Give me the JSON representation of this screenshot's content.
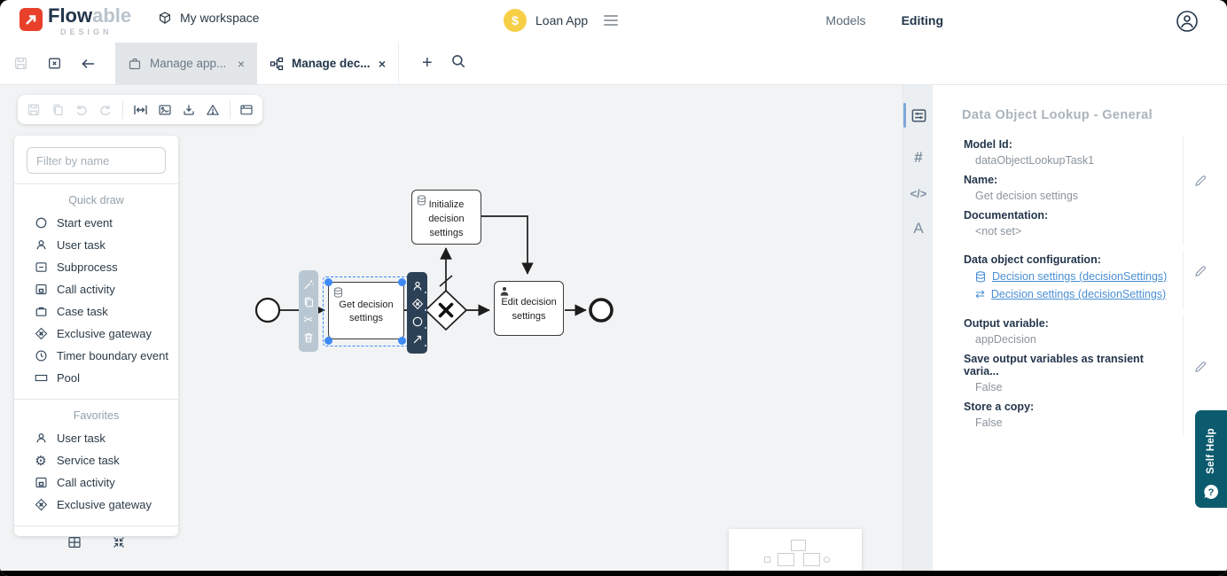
{
  "header": {
    "brand": {
      "word_bold": "Flow",
      "word_light": "able",
      "subtitle": "DESIGN"
    },
    "workspace_label": "My workspace",
    "app_badge": "$",
    "app_name": "Loan App",
    "nav_models": "Models",
    "nav_editing": "Editing"
  },
  "tabs": {
    "tab1": "Manage app...",
    "tab2": "Manage dec...",
    "close_glyph": "×",
    "add_glyph": "+"
  },
  "palette": {
    "filter_placeholder": "Filter by name",
    "quickdraw_title": "Quick draw",
    "quickdraw": [
      {
        "label": "Start event",
        "icon": "start-event-icon"
      },
      {
        "label": "User task",
        "icon": "user-task-icon"
      },
      {
        "label": "Subprocess",
        "icon": "subprocess-icon"
      },
      {
        "label": "Call activity",
        "icon": "call-activity-icon"
      },
      {
        "label": "Case task",
        "icon": "case-task-icon"
      },
      {
        "label": "Exclusive gateway",
        "icon": "exclusive-gateway-icon"
      },
      {
        "label": "Timer boundary event",
        "icon": "timer-icon"
      },
      {
        "label": "Pool",
        "icon": "pool-icon"
      }
    ],
    "favorites_title": "Favorites",
    "favorites": [
      {
        "label": "User task",
        "icon": "user-task-icon"
      },
      {
        "label": "Service task",
        "icon": "service-task-icon"
      },
      {
        "label": "Call activity",
        "icon": "call-activity-icon"
      },
      {
        "label": "Exclusive gateway",
        "icon": "exclusive-gateway-icon"
      }
    ]
  },
  "diagram": {
    "task_get": "Get decision settings",
    "task_init": "Initialize decision settings",
    "task_edit": "Edit decision settings"
  },
  "properties": {
    "title": "Data Object Lookup - General",
    "model_id_label": "Model Id:",
    "model_id_value": "dataObjectLookupTask1",
    "name_label": "Name:",
    "name_value": "Get decision settings",
    "documentation_label": "Documentation:",
    "documentation_value": "<not set>",
    "data_object_label": "Data object configuration:",
    "data_object_link1": "Decision settings (decisionSettings)",
    "data_object_link2": "Decision settings (decisionSettings)",
    "output_variable_label": "Output variable:",
    "output_variable_value": "appDecision",
    "transient_label": "Save output variables as transient varia...",
    "transient_value": "False",
    "store_copy_label": "Store a copy:",
    "store_copy_value": "False"
  },
  "self_help_label": "Self Help",
  "colors": {
    "accent_blue": "#3d8af7",
    "link_blue": "#4a8fd3",
    "navy": "#22354a",
    "teal": "#0b5a6e",
    "yellow": "#f7cf47",
    "red": "#e8402a"
  }
}
